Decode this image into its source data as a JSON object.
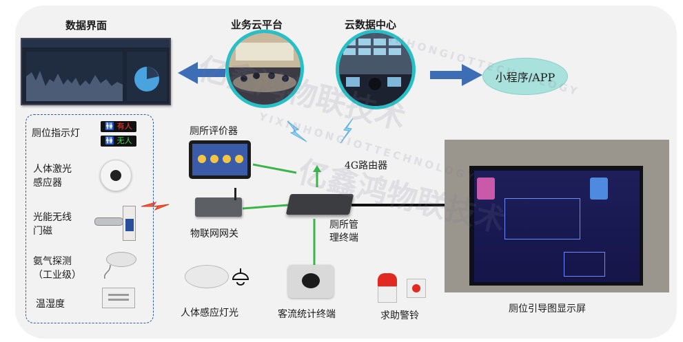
{
  "labels": {
    "data_ui": "数据界面",
    "cloud_platform": "业务云平台",
    "cloud_data_center": "云数据中心",
    "mini_program": "小程序/APP",
    "stall_light": "厕位指示灯",
    "human_laser": "人体激光\n感应器",
    "solar_lock": "光能无线\n门磁",
    "ammonia": "氨气探测\n（工业级）",
    "temp_humidity": "温湿度",
    "evaluator": "厕所评价器",
    "router_4g": "4G路由器",
    "iot_gateway": "物联网网关",
    "terminal": "厕所管\n理终端",
    "human_light": "人体感应灯光",
    "passenger_counter": "客流统计终端",
    "alarm": "求助警铃",
    "guide_screen": "厕位引导图显示屏",
    "occupied": "有人",
    "vacant": "无人"
  },
  "watermarks": {
    "cn": "亿鑫鸿物联技术",
    "en": "YIXINHONGIOTTECHNOLOGY"
  },
  "colors": {
    "teal": "#27c0c6",
    "arrow_blue": "#3d6db5",
    "link_green": "#3ab54a",
    "link_black": "#111111",
    "ellipse": "#a9e2dd",
    "dash_blue": "#2a5aa8"
  }
}
